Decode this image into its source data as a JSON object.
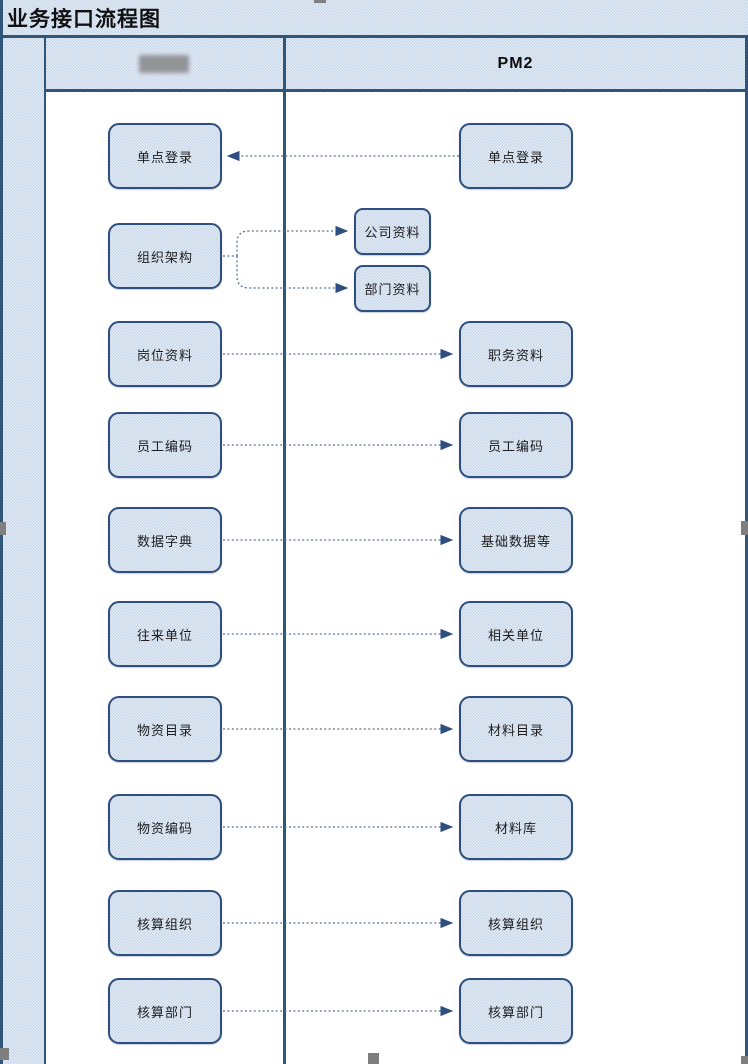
{
  "page": {
    "title": "业务接口流程图"
  },
  "lanes": [
    {
      "label": "",
      "redacted": true
    },
    {
      "label": "PM2"
    }
  ],
  "nodes": {
    "left": [
      "单点登录",
      "组织架构",
      "岗位资料",
      "员工编码",
      "数据字典",
      "往来单位",
      "物资目录",
      "物资编码",
      "核算组织",
      "核算部门"
    ],
    "middle": [
      "公司资料",
      "部门资料"
    ],
    "right": [
      "单点登录",
      "职务资料",
      "员工编码",
      "基础数据等",
      "相关单位",
      "材料目录",
      "材料库",
      "核算组织",
      "核算部门"
    ]
  },
  "connections": [
    {
      "from": "lane2:单点登录",
      "to": "lane1:单点登录",
      "style": "dotted"
    },
    {
      "from": "lane1:组织架构",
      "to": "middle:公司资料",
      "style": "dotted"
    },
    {
      "from": "lane1:组织架构",
      "to": "middle:部门资料",
      "style": "dotted"
    },
    {
      "from": "lane1:岗位资料",
      "to": "lane2:职务资料",
      "style": "dotted"
    },
    {
      "from": "lane1:员工编码",
      "to": "lane2:员工编码",
      "style": "dotted"
    },
    {
      "from": "lane1:数据字典",
      "to": "lane2:基础数据等",
      "style": "dotted"
    },
    {
      "from": "lane1:往来单位",
      "to": "lane2:相关单位",
      "style": "dotted"
    },
    {
      "from": "lane1:物资目录",
      "to": "lane2:材料目录",
      "style": "dotted"
    },
    {
      "from": "lane1:物资编码",
      "to": "lane2:材料库",
      "style": "dotted"
    },
    {
      "from": "lane1:核算组织",
      "to": "lane2:核算组织",
      "style": "dotted"
    },
    {
      "from": "lane1:核算部门",
      "to": "lane2:核算部门",
      "style": "dotted"
    }
  ],
  "colors": {
    "node_fill": "#cddaec",
    "node_border": "#2d4e7e",
    "lane_border": "#2f5579",
    "arrow": "#51749c",
    "header_bg": "#ccd9eb",
    "selection_handle": "#7f7f7f"
  }
}
